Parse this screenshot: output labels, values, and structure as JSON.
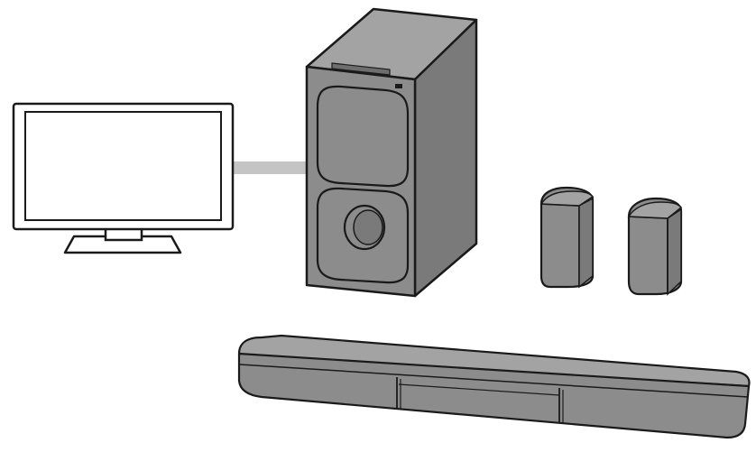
{
  "diagram": {
    "type": "home-theater-connection-illustration",
    "components": [
      {
        "id": "tv",
        "icon": "tv-icon"
      },
      {
        "id": "subwoofer",
        "icon": "subwoofer-icon"
      },
      {
        "id": "rear-speaker-left",
        "icon": "speaker-icon"
      },
      {
        "id": "rear-speaker-right",
        "icon": "speaker-icon"
      },
      {
        "id": "soundbar",
        "icon": "soundbar-icon"
      }
    ],
    "connections": [
      {
        "from": "tv",
        "to": "subwoofer"
      }
    ],
    "colors": {
      "outline": "#1a1a1a",
      "device_fill": "#8c8c8c",
      "device_side": "#7a7a7a",
      "device_top": "#a3a3a3",
      "cable": "#c4c4c4",
      "screen": "#ffffff"
    }
  }
}
